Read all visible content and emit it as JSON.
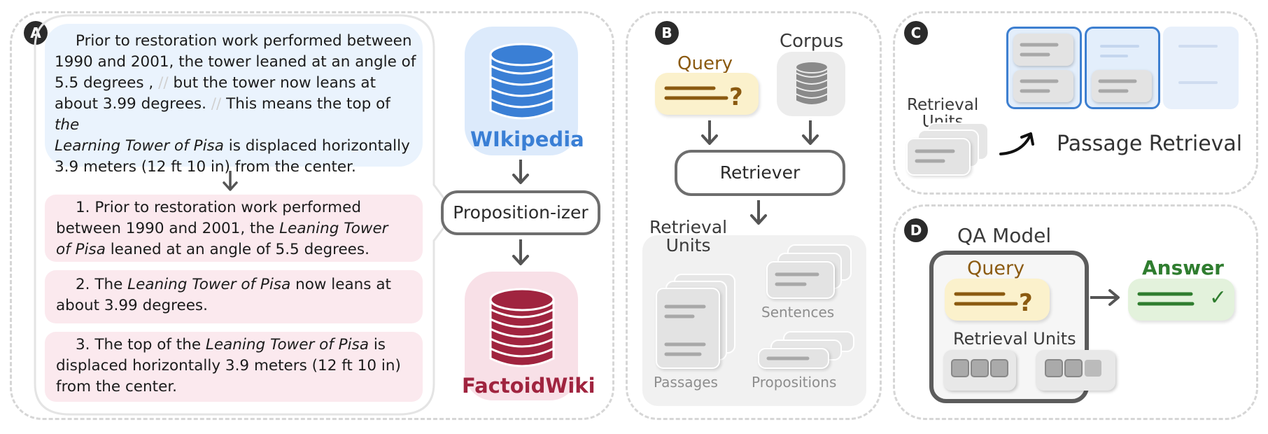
{
  "panels": {
    "a": {
      "badge": "A",
      "source_passage": [
        "Prior to restoration work performed between",
        "1990 and 2001, the tower leaned at an angle of",
        "5.5 degrees ,",
        "//",
        "but the tower now leans at",
        "about 3.99 degrees.",
        "//",
        "This means the top of",
        "the",
        "Learning Tower of Pisa",
        "is displaced horizontally",
        "3.9 meters (12 ft 10 in) from the center."
      ],
      "propositions": [
        {
          "lines": [
            "1. Prior to restoration work performed",
            "between 1990 and 2001, the ",
            "Leaning Tower",
            "of Pisa",
            " leaned at an angle of 5.5 degrees."
          ]
        },
        {
          "lines": [
            "2. The ",
            "Leaning Tower of Pisa",
            " now leans at",
            "about 3.99 degrees."
          ]
        },
        {
          "lines": [
            "3. The top of the ",
            "Leaning Tower of Pisa",
            " is",
            "displaced horizontally 3.9 meters (12 ft 10 in)",
            "from the center."
          ]
        }
      ],
      "wikipedia_label": "WIkipedia",
      "propositionizer_label": "Proposition-izer",
      "factoidwiki_label": "FactoidWiki",
      "colors": {
        "wikipedia": "#3a7fd5",
        "factoidwiki": "#a0243f",
        "source_bg": "#eaf3fd",
        "prop_bg": "#fbe9ee"
      }
    },
    "b": {
      "badge": "B",
      "query_label": "Query",
      "corpus_label": "Corpus",
      "retriever_label": "Retriever",
      "retrieval_units_label": "Retrieval\nUnits",
      "passages_label": "Passages",
      "sentences_label": "Sentences",
      "propositions_label": "Propositions",
      "colors": {
        "query": "#8b5a10",
        "query_bg": "#fbf1cc"
      }
    },
    "c": {
      "badge": "C",
      "retrieval_units_label": "Retrieval\nUnits",
      "passage_retrieval_label": "Passage Retrieval",
      "colors": {
        "highlight": "#3d7fd0"
      }
    },
    "d": {
      "badge": "D",
      "qa_model_label": "QA Model",
      "query_label": "Query",
      "retrieval_units_label": "Retrieval Units",
      "answer_label": "Answer",
      "checkmark": "✓",
      "colors": {
        "answer": "#2f7d2f",
        "answer_bg": "#e3f2dc"
      }
    }
  }
}
